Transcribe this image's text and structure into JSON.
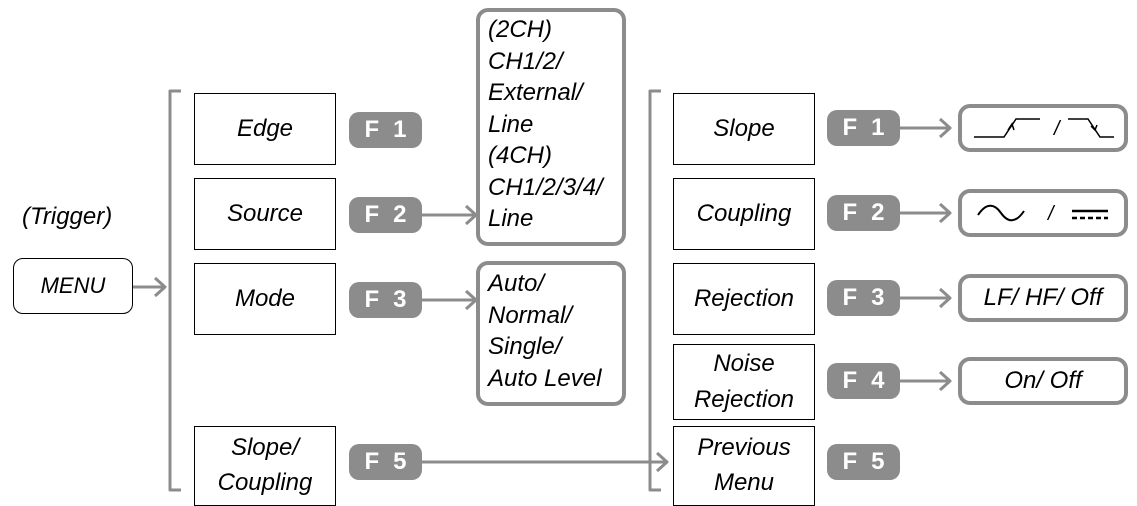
{
  "trigger_label": "(Trigger)",
  "menu_button": "MENU",
  "left_menu": {
    "edge": "Edge",
    "source": "Source",
    "mode": "Mode",
    "slope_coupling": [
      "Slope/",
      "Coupling"
    ]
  },
  "keys": {
    "f1": [
      "F",
      "1"
    ],
    "f2": [
      "F",
      "2"
    ],
    "f3": [
      "F",
      "3"
    ],
    "f4": [
      "F",
      "4"
    ],
    "f5": [
      "F",
      "5"
    ]
  },
  "source_options": [
    "(2CH)",
    "CH1/2/",
    "External/",
    "Line",
    "(4CH)",
    "CH1/2/3/4/",
    "Line"
  ],
  "mode_options": [
    "Auto/",
    "Normal/",
    "Single/",
    "Auto Level"
  ],
  "right_menu": {
    "slope": "Slope",
    "coupling": "Coupling",
    "rejection": "Rejection",
    "noise_rejection": [
      "Noise",
      "Rejection"
    ],
    "previous_menu": [
      "Previous",
      "Menu"
    ]
  },
  "right_options": {
    "slope_icons": [
      "rising-edge-icon",
      "falling-edge-icon"
    ],
    "slope_separator": "/",
    "coupling_icons": [
      "ac-coupling-icon",
      "dc-coupling-icon"
    ],
    "coupling_separator": "/",
    "rejection": "LF/ HF/ Off",
    "noise_rejection": "On/ Off"
  },
  "colors": {
    "key_gray": "#8c8c8c",
    "outline": "#000000"
  }
}
